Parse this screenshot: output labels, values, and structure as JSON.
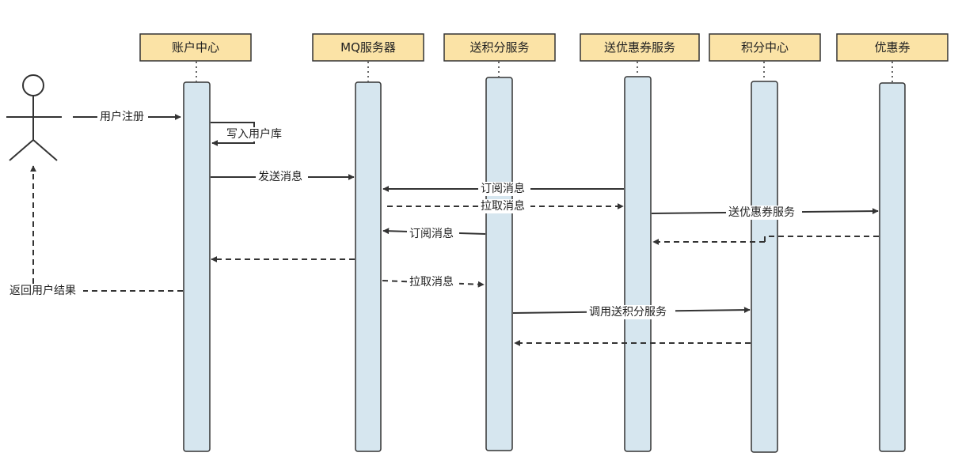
{
  "participants": [
    {
      "id": "account",
      "label": "账户中心"
    },
    {
      "id": "mq",
      "label": "MQ服务器"
    },
    {
      "id": "points_svc",
      "label": "送积分服务"
    },
    {
      "id": "coupon_svc",
      "label": "送优惠券服务"
    },
    {
      "id": "points_center",
      "label": "积分中心"
    },
    {
      "id": "coupon",
      "label": "优惠券"
    }
  ],
  "messages": [
    {
      "id": "register",
      "label": "用户注册",
      "style": "solid",
      "direction": "right"
    },
    {
      "id": "write_db",
      "label": "写入用户库",
      "style": "solid",
      "direction": "self"
    },
    {
      "id": "send_msg",
      "label": "发送消息",
      "style": "solid",
      "direction": "right"
    },
    {
      "id": "subscribe_1",
      "label": "订阅消息",
      "style": "solid",
      "direction": "left"
    },
    {
      "id": "pull_1",
      "label": "拉取消息",
      "style": "dashed",
      "direction": "right"
    },
    {
      "id": "call_coupon",
      "label": "送优惠券服务",
      "style": "solid",
      "direction": "right"
    },
    {
      "id": "coupon_return",
      "label": "",
      "style": "dashed",
      "direction": "left"
    },
    {
      "id": "subscribe_2",
      "label": "订阅消息",
      "style": "solid",
      "direction": "left"
    },
    {
      "id": "mq_return",
      "label": "",
      "style": "dashed",
      "direction": "left"
    },
    {
      "id": "return_result",
      "label": "返回用户结果",
      "style": "dashed",
      "direction": "left"
    },
    {
      "id": "pull_2",
      "label": "拉取消息",
      "style": "dashed",
      "direction": "right"
    },
    {
      "id": "call_points",
      "label": "调用送积分服务",
      "style": "solid",
      "direction": "right"
    },
    {
      "id": "points_return",
      "label": "",
      "style": "dashed",
      "direction": "left"
    }
  ],
  "colors": {
    "participant_fill": "#fbe3a6",
    "activation_fill": "#d6e6ef",
    "stroke": "#333333"
  }
}
